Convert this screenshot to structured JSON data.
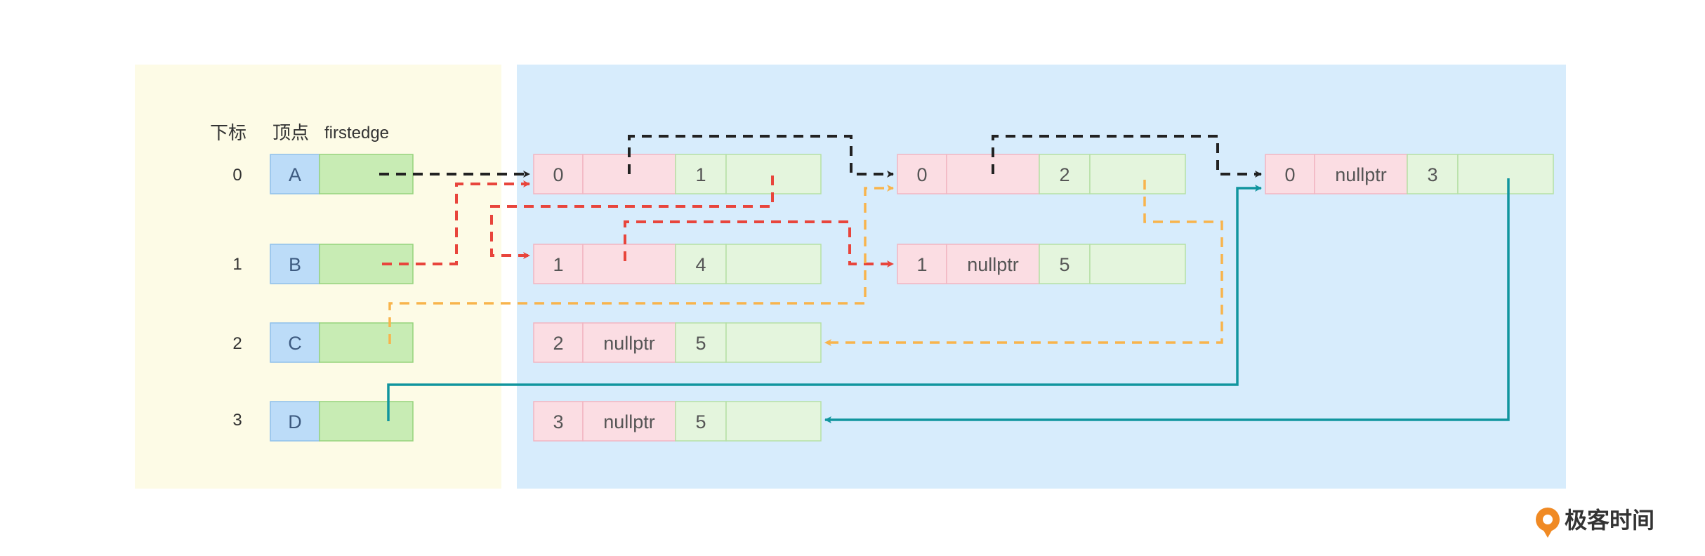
{
  "headers": {
    "index": "下标",
    "vertex": "顶点",
    "firstedge": "firstedge"
  },
  "vertices": [
    {
      "index": "0",
      "label": "A"
    },
    {
      "index": "1",
      "label": "B"
    },
    {
      "index": "2",
      "label": "C"
    },
    {
      "index": "3",
      "label": "D"
    }
  ],
  "edge_nodes": {
    "a0": {
      "from": "0",
      "next": "",
      "to": "1"
    },
    "b1": {
      "from": "1",
      "next": "",
      "to": "4"
    },
    "c2": {
      "from": "2",
      "next": "nullptr",
      "to": "5"
    },
    "d3": {
      "from": "3",
      "next": "nullptr",
      "to": "5"
    },
    "e0": {
      "from": "0",
      "next": "",
      "to": "2"
    },
    "f1": {
      "from": "1",
      "next": "nullptr",
      "to": "5"
    },
    "g0": {
      "from": "0",
      "next": "nullptr",
      "to": "3"
    }
  },
  "brand": {
    "name": "极客时间"
  },
  "colors": {
    "vertex_panel": "#fdfbe6",
    "edge_panel": "#d7ecfc",
    "vertex_cell": "#bcdcf8",
    "firstedge_cell": "#c8ecb4",
    "edge_pink": "#fbdde3",
    "edge_green": "#e4f5dd",
    "arrow_black": "#222222",
    "arrow_red": "#e8453c",
    "arrow_orange": "#f8b44c",
    "arrow_teal": "#11959e",
    "logo_orange": "#f08a24"
  }
}
